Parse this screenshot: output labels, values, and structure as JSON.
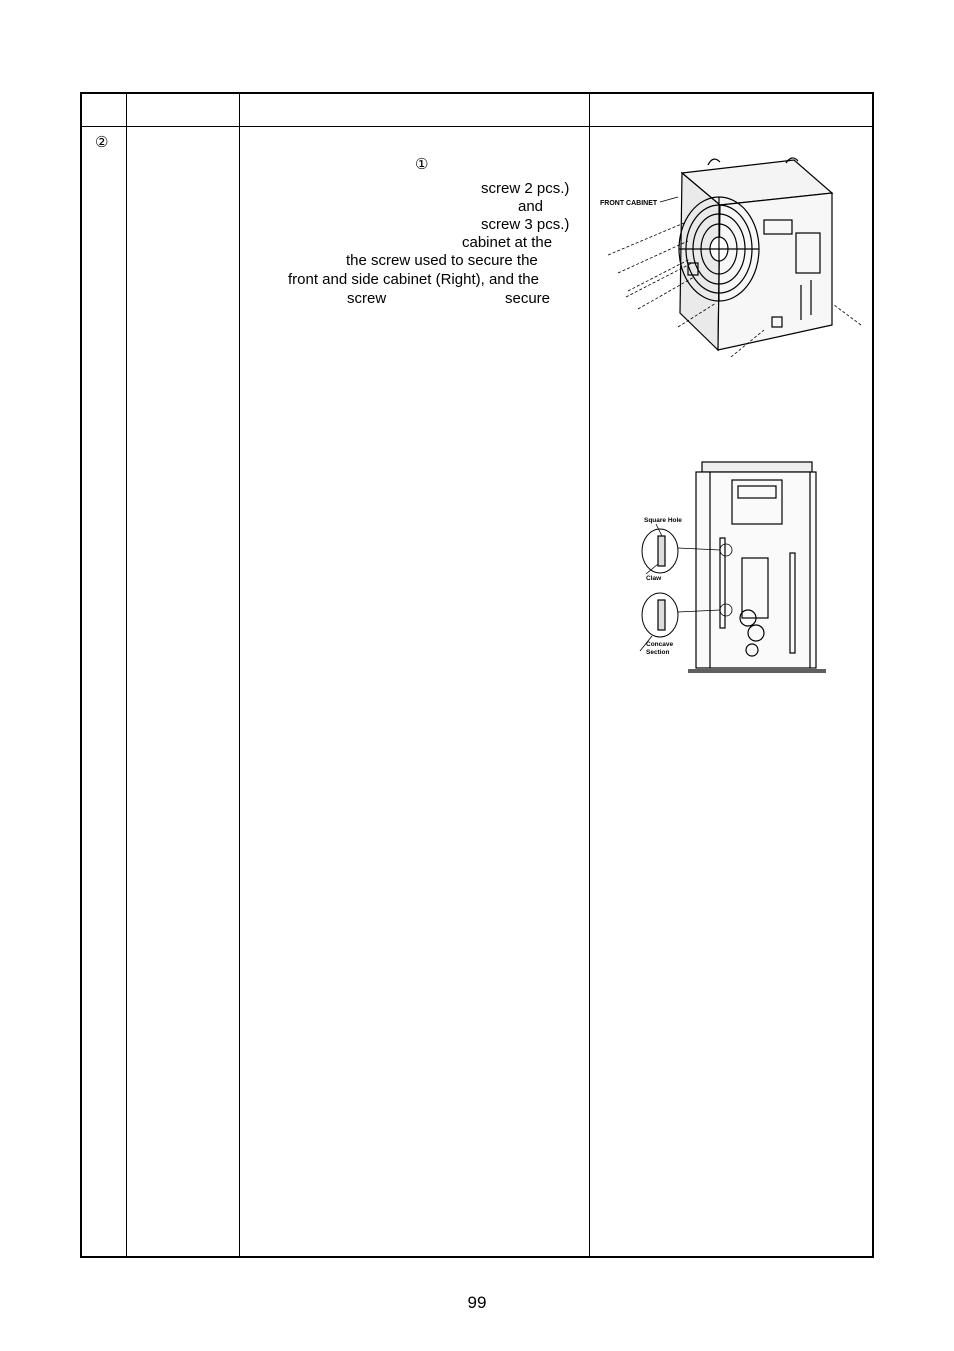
{
  "step": {
    "number": "②"
  },
  "procedure": {
    "ref_marker": "①",
    "lines": [
      "screw 2 pcs.)",
      "and",
      "screw 3 pcs.)",
      "cabinet at the",
      "the screw used to secure the",
      "front and side cabinet (Right), and the",
      "screw",
      "secure"
    ]
  },
  "figure1": {
    "label": "FRONT CABINET"
  },
  "figure2": {
    "labels": [
      "Square Hole",
      "Claw",
      "Concave",
      "Section"
    ]
  },
  "page_number": "99"
}
